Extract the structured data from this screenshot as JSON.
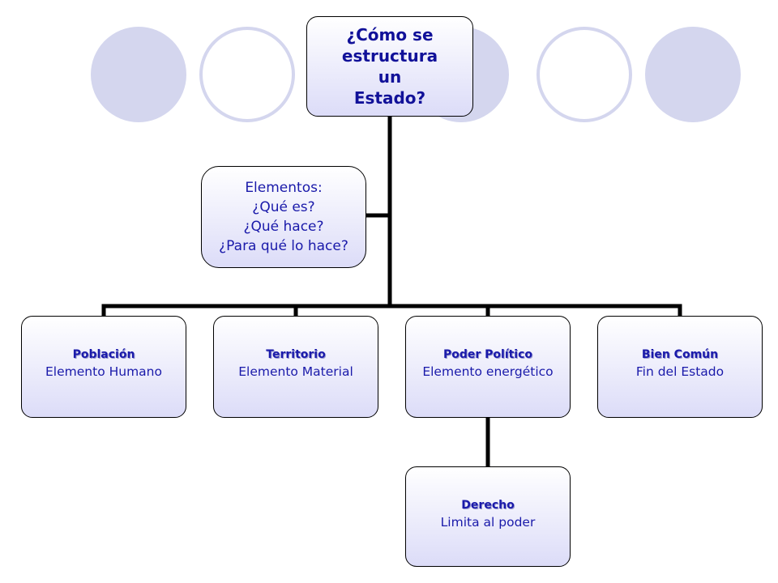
{
  "root": {
    "lines": [
      "¿Cómo se",
      "estructura",
      "un",
      "Estado?"
    ]
  },
  "elementos": {
    "lines": [
      "Elementos:",
      "¿Qué es?",
      "¿Qué hace?",
      "¿Para qué lo hace?"
    ]
  },
  "children": [
    {
      "title": "Población",
      "subtitle": "Elemento Humano"
    },
    {
      "title": "Territorio",
      "subtitle": "Elemento Material"
    },
    {
      "title": "Poder Político",
      "subtitle": "Elemento energético"
    },
    {
      "title": "Bien Común",
      "subtitle": "Fin del Estado"
    }
  ],
  "grandchild": {
    "title": "Derecho",
    "subtitle": "Limita al poder"
  },
  "colors": {
    "node_text": "#1a1aaa",
    "node_fill_bottom": "#dcdcf8",
    "decorative_circles": "#d4d6ee",
    "connectors": "#000000"
  }
}
